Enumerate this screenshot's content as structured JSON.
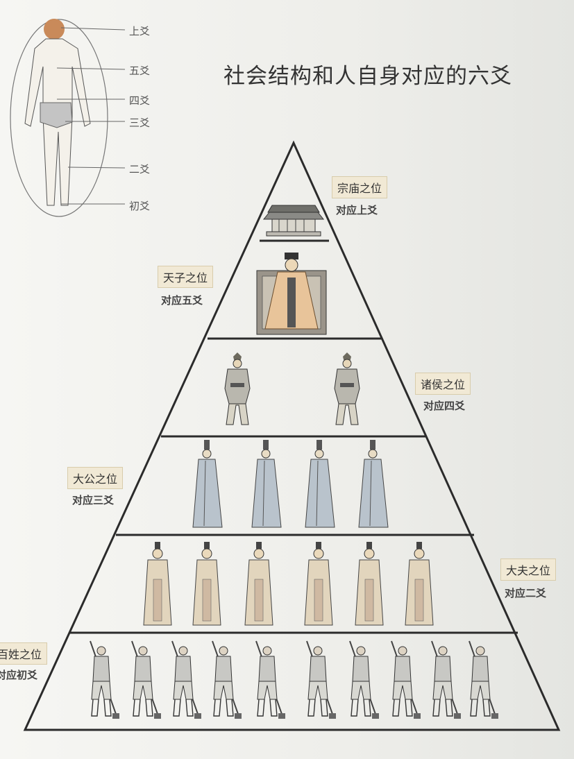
{
  "title": "社会结构和人自身对应的六爻",
  "body_labels": [
    "上爻",
    "五爻",
    "四爻",
    "三爻",
    "二爻",
    "初爻"
  ],
  "tiers": [
    {
      "name": "宗庙之位",
      "corr": "对应上爻"
    },
    {
      "name": "天子之位",
      "corr": "对应五爻"
    },
    {
      "name": "诸侯之位",
      "corr": "对应四爻"
    },
    {
      "name": "大公之位",
      "corr": "对应三爻"
    },
    {
      "name": "大夫之位",
      "corr": "对应二爻"
    },
    {
      "name": "百姓之位",
      "corr": "对应初爻"
    }
  ],
  "colors": {
    "pyramid_line": "#2b2b2b",
    "label_box": "#f1e9d5",
    "head_marker": "#c98a5a"
  },
  "icons": [
    "human-figure-icon",
    "temple-icon",
    "emperor-icon",
    "general-icon",
    "official-icon",
    "minister-icon",
    "peasant-icon"
  ]
}
